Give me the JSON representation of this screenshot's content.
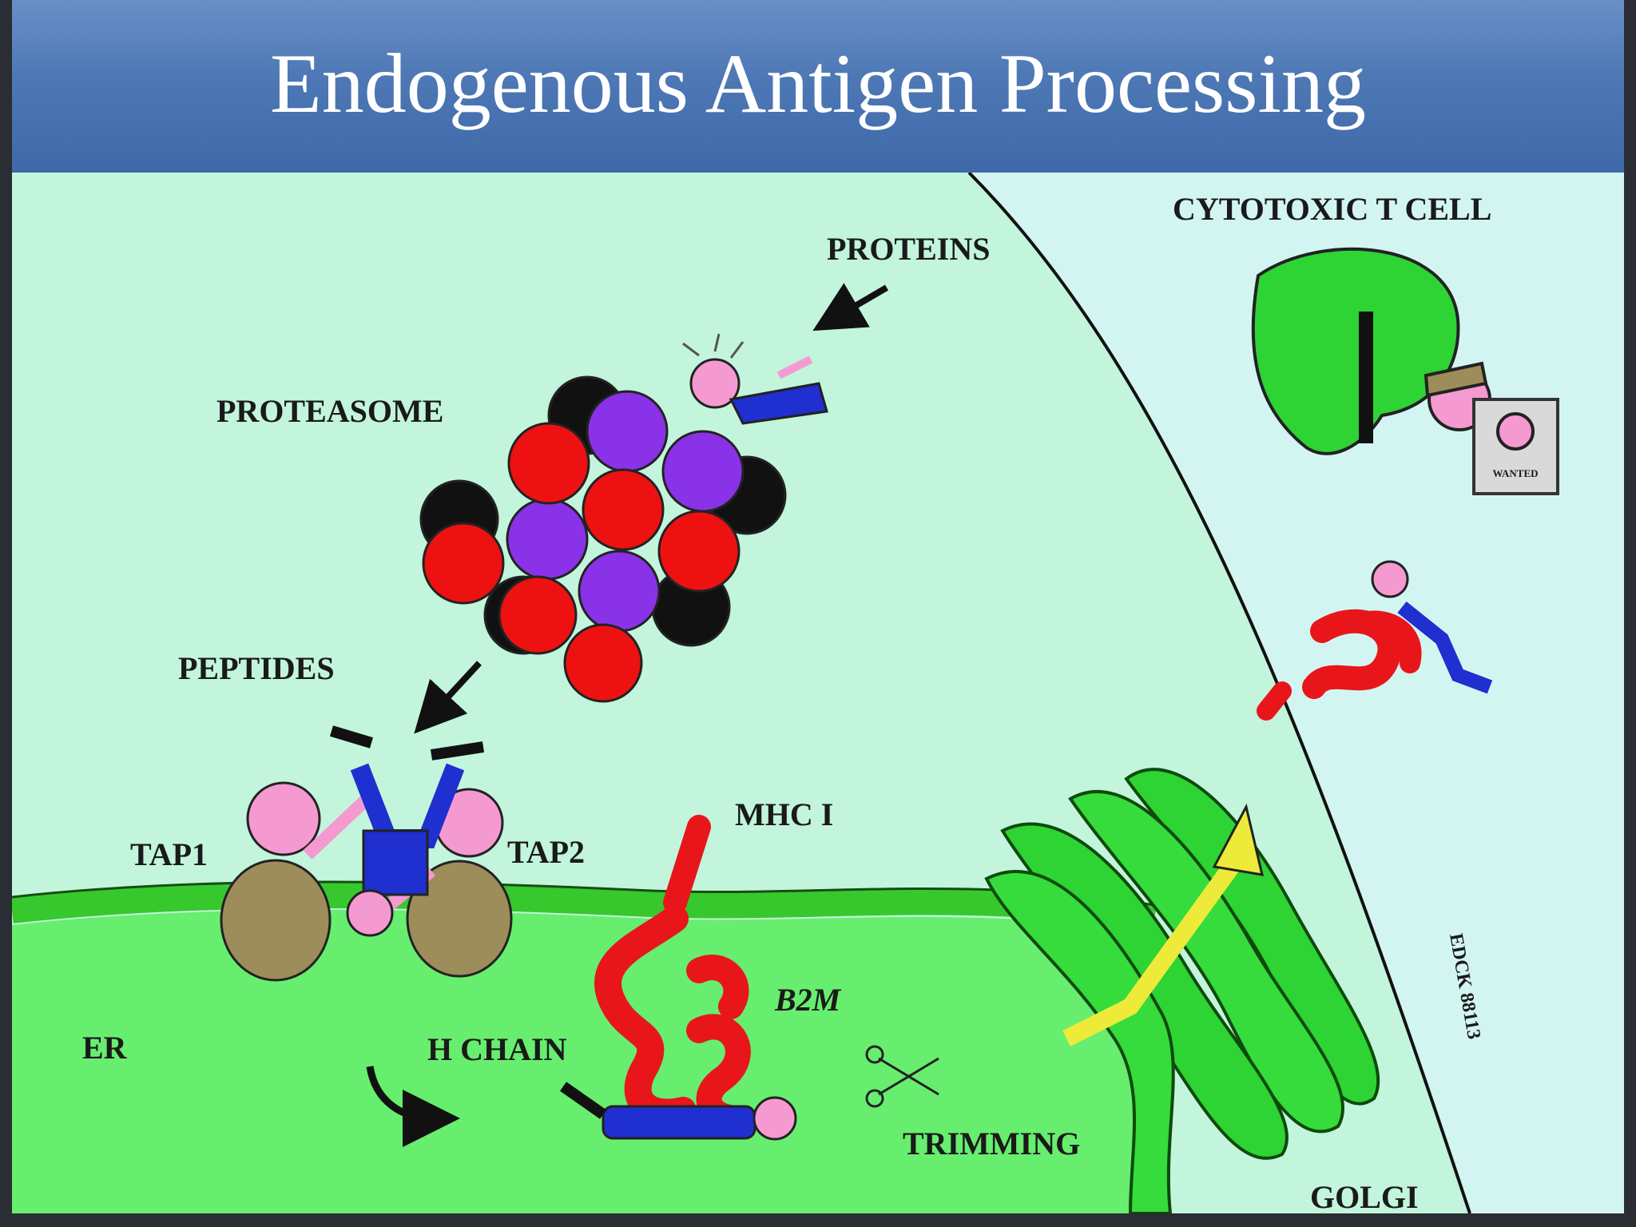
{
  "slide": {
    "title": "Endogenous Antigen Processing"
  },
  "diagram": {
    "labels": {
      "proteins": "PROTEINS",
      "proteasome": "PROTEASOME",
      "peptides": "PEPTIDES",
      "tap1": "TAP1",
      "tap2": "TAP2",
      "mhc1": "MHC I",
      "b2m": "B2M",
      "er": "ER",
      "h_chain": "H CHAIN",
      "trimming": "TRIMMING",
      "golgi": "GOLGI",
      "cytotoxic_t_cell": "CYTOTOXIC T CELL",
      "wanted": "WANTED",
      "signature": "EDCK 88113"
    },
    "colors": {
      "cytoplasm": "#c2f5dc",
      "outside": "#d2f5f2",
      "er_lumen": "#67ee6f",
      "membrane": "#37c82e",
      "golgi": "#2ed334",
      "mhc": "#e8161b",
      "proteasome_red": "#ee1111",
      "proteasome_purple": "#8a32e8",
      "tap_sack": "#9d8d5a",
      "skin": "#f59ad0",
      "clothes": "#1f2fd0",
      "arrow_yellow": "#eeea3a"
    }
  }
}
